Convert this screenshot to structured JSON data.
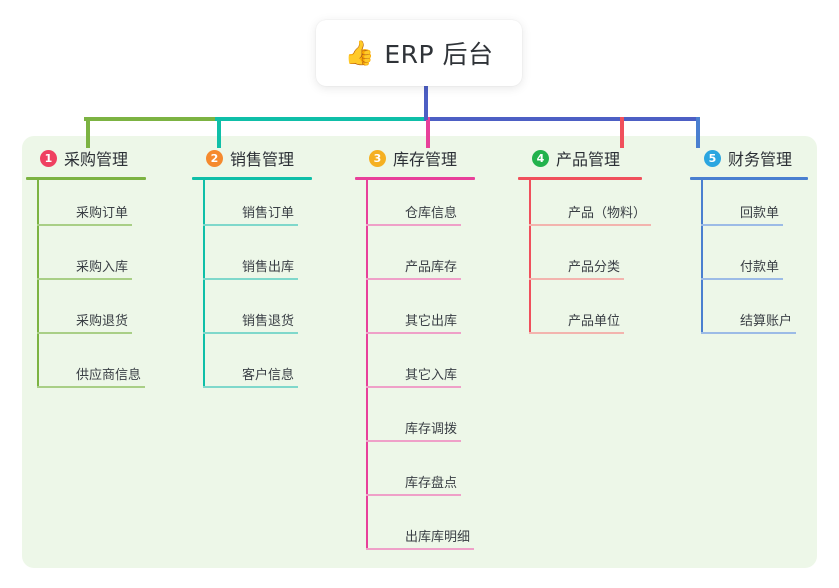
{
  "root": {
    "icon": "thumbs-up-icon",
    "icon_glyph": "👍",
    "title": "ERP 后台"
  },
  "panel": {
    "background_color": "#edf7e8"
  },
  "connectors": {
    "stem_color": "#4d5fc4",
    "bus_segments": [
      {
        "name": "bus-green",
        "color": "#7cb342"
      },
      {
        "name": "bus-teal",
        "color": "#0fbfa8"
      },
      {
        "name": "bus-blue",
        "color": "#4d5fc4"
      }
    ]
  },
  "columns": [
    {
      "number": "1",
      "title": "采购管理",
      "badge_color": "#ef4060",
      "line_color": "#7cb342",
      "item_line_color": "#a9cf86",
      "items": [
        {
          "label": "采购订单",
          "line_width": 95
        },
        {
          "label": "采购入库",
          "line_width": 95
        },
        {
          "label": "采购退货",
          "line_width": 95
        },
        {
          "label": "供应商信息",
          "line_width": 108
        }
      ]
    },
    {
      "number": "2",
      "title": "销售管理",
      "badge_color": "#f58a2e",
      "line_color": "#0fbfa8",
      "item_line_color": "#7fd8cb",
      "items": [
        {
          "label": "销售订单",
          "line_width": 95
        },
        {
          "label": "销售出库",
          "line_width": 95
        },
        {
          "label": "销售退货",
          "line_width": 95
        },
        {
          "label": "客户信息",
          "line_width": 95
        }
      ]
    },
    {
      "number": "3",
      "title": "库存管理",
      "badge_color": "#f5b022",
      "line_color": "#e8409a",
      "item_line_color": "#efa0c8",
      "items": [
        {
          "label": "仓库信息",
          "line_width": 95
        },
        {
          "label": "产品库存",
          "line_width": 95
        },
        {
          "label": "其它出库",
          "line_width": 95
        },
        {
          "label": "其它入库",
          "line_width": 95
        },
        {
          "label": "库存调拨",
          "line_width": 95
        },
        {
          "label": "库存盘点",
          "line_width": 95
        },
        {
          "label": "出库库明细",
          "line_width": 108
        }
      ]
    },
    {
      "number": "4",
      "title": "产品管理",
      "badge_color": "#22b24c",
      "line_color": "#f0505c",
      "item_line_color": "#f3b4ae",
      "items": [
        {
          "label": "产品（物料）",
          "line_width": 122
        },
        {
          "label": "产品分类",
          "line_width": 95
        },
        {
          "label": "产品单位",
          "line_width": 95
        }
      ]
    },
    {
      "number": "5",
      "title": "财务管理",
      "badge_color": "#2ba6e0",
      "line_color": "#4a7fd0",
      "item_line_color": "#9cbbe6",
      "items": [
        {
          "label": "回款单",
          "line_width": 82
        },
        {
          "label": "付款单",
          "line_width": 82
        },
        {
          "label": "结算账户",
          "line_width": 95
        }
      ]
    }
  ]
}
